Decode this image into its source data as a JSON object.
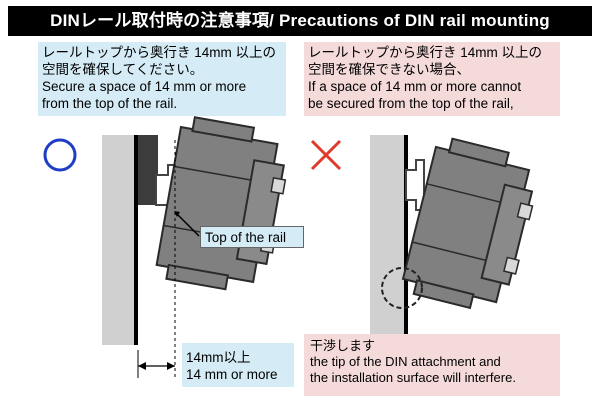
{
  "title": "DINレール取付時の注意事項/ Precautions of DIN rail mounting",
  "ok_panel": {
    "note_line1": "レールトップから奥行き 14mm 以上の",
    "note_line2": "空間を確保してください。",
    "note_line3": "Secure a space of 14 mm or more",
    "note_line4": "from the top of the rail.",
    "rail_label": "Top of the rail",
    "spacing_label_jp": "14mm以上",
    "spacing_label_en": "14 mm or more",
    "mark_color": "#1f3ec8"
  },
  "ng_panel": {
    "note_line1": "レールトップから奥行き 14mm 以上の",
    "note_line2": "空間を確保できない場合、",
    "note_line3": "If a space of 14 mm or more cannot",
    "note_line4": "be secured from the top of the rail,",
    "interfere_line1": "干渉します",
    "interfere_line2": "the tip of the DIN attachment and",
    "interfere_line3": "the installation surface will interfere.",
    "mark_color": "#e03a2a"
  },
  "colors": {
    "ok_note_bg": "#d5ebf5",
    "ng_note_bg": "#f5dada",
    "device_fill": "#808080",
    "wall_fill": "#d0d0d0"
  }
}
